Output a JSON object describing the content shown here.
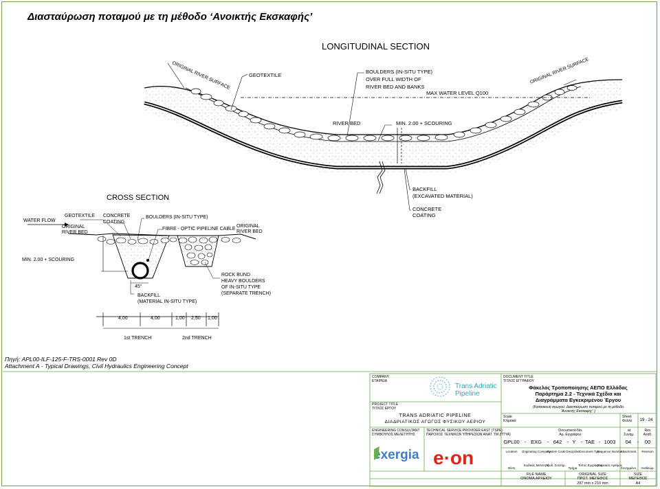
{
  "title": "Διασταύρωση ποταμού με τη μέθοδο ‘Ανοικτής Εκσκαφής’",
  "longitudinal": {
    "heading": "LONGITUDINAL SECTION",
    "orig_left": "ORIGINAL RIVER SURFACE",
    "orig_right": "ORIGINAL RIVER SURFACE",
    "geotextile": "GEOTEXTILE",
    "boulders_1": "BOULDERS (IN-SITU TYPE)",
    "boulders_2": "OVER FULL WIDTH OF",
    "boulders_3": "RIVER BED AND BANKS",
    "max_water": "MAX WATER LEVEL Q100",
    "river_bed": "RIVER BED",
    "min_scour": "MIN. 2.00 + SCOURING",
    "backfill_1": "BACKFILL",
    "backfill_2": "(EXCAVATED MATERIAL)",
    "concrete_1": "CONCRETE",
    "concrete_2": "COATING"
  },
  "cross": {
    "heading": "CROSS SECTION",
    "water_flow": "WATER FLOW",
    "geotextile": "GEOTEXTILE",
    "concrete_1": "CONCRETE",
    "concrete_2": "COATING",
    "boulders": "BOULDERS (IN-SITU TYPE)",
    "fibre": "FIBRE - OPTIC PIPELINE CABLE",
    "orig_left_1": "ORIGINAL",
    "orig_left_2": "RIVER BED",
    "orig_right_1": "ORIGINAL",
    "orig_right_2": "RIVER BED",
    "min_scour": "MIN. 2.00 + SCOURING",
    "angle": "45°",
    "backfill_1": "BACKFILL",
    "backfill_2": "(MATERIAL IN-SITU TYPE)",
    "rock_1": "ROCK BUND",
    "rock_2": "HEAVY BOULDERS",
    "rock_3": "OF IN-SITU TYPE",
    "rock_4": "(SEPARATE TRENCH)",
    "dims": [
      "4,00",
      "4,00",
      "1,00",
      "2,50",
      "1,00"
    ],
    "trench_1": "1st TRENCH",
    "trench_2": "2nd TRENCH"
  },
  "source": {
    "line1": "Πηγή:  APL00-ILF-125-F-TRS-0001 Rev 0D",
    "line2": "Attachment A - Typical Drawings, Civil Hydraulics Engineering Concept"
  },
  "titleblock": {
    "company_en": "COMPANY",
    "company_gr": "ΕΤΑΙΡΕΙΑ",
    "tap_1": "Trans Adriatic",
    "tap_2": "Pipeline",
    "project_en": "PROJECT TITLE",
    "project_gr": "ΤΙΤΛΟΣ ΕΡΓΟΥ",
    "project_1": "TRANS ADRIATIC PIPELINE",
    "project_2": "ΔΙΑΔΡΙΑΤΙΚΟΣ ΑΓΩΓΟΣ ΦΥΣΙΚΟΥ ΑΕΡΙΟΥ",
    "eng_en": "ENGINEERING CONSULTANT",
    "eng_gr": "ΣΥΜΒΟΥΛΟΣ ΜΕΛΕΤΗΤΗΣ",
    "exergia": "exergia",
    "tech_en": "TECHNICAL SERVICE PROVIDER EAST (TSPE)",
    "tech_gr": "ΠΑΡΟΧΟΣ ΤΕΧΝΙΚΩΝ ΥΠΗΡΕΣΙΩΝ ΑΝΑΤ. ΤΜ (ΠΤΥΑ)",
    "eon": "e·on",
    "doc_en": "DOCUMENT TITLE",
    "doc_gr": "ΤΙΤΛΟΣ ΕΓΓΡΑΦΟΥ",
    "doc_1": "Φάκελος Τροποποίησης ΑΕΠΟ Ελλάδας",
    "doc_2": "Παράρτημα 2.2 - Τεχνικά Σχέδια και",
    "doc_3": "Διαγράμματα Εγκεκριμένου Έργου",
    "doc_4": "(Κατασκευή αγωγού: Διασταύρωση ποταμού με τη μέθοδο",
    "doc_5": "'Ανοικτής Εκσκαφής' )",
    "scale_en": "Scale:",
    "scale_gr": "Κλίμακα:",
    "sheet_en": "Sheet:",
    "sheet_gr": "Φύλλο",
    "sheet_val": "19 - 24",
    "docno_en": "Document-No.",
    "docno_gr": "Αρ. Εγγράφου:",
    "att_en": "at",
    "att_gr": "Συνημ.",
    "rev_en": "Rev",
    "rev_gr": "Αναθ.",
    "codes": [
      "GPL00",
      "-",
      "EXG",
      "-",
      "642",
      "-",
      "Y",
      "-",
      "TAE",
      "-",
      "1003"
    ],
    "att_val": "04",
    "rev_dash": "-",
    "rev_val": "00",
    "hdr_en": [
      "Location",
      "Originating Company",
      "System Code",
      "Discipline",
      "Document Type",
      "Sequence Number",
      "Attachment",
      "Revision"
    ],
    "hdr_gr": [
      "Θέση",
      "Κωδικός Μελετητή",
      "Κωδ. Συστήμ.",
      "Τμήμα",
      "Τύπος Εγγράφου",
      "Σειριακός Αριθμός",
      "Συνημμένο",
      "Αναθεώρ."
    ],
    "file_en": "FILE NAME",
    "file_gr": "ΟΝΟΜΑ ΑΡΧΕΙΟΥ",
    "orig_en": "ORIGINAL SIZE",
    "orig_gr": "ΠΡΩΤ. ΜΕΓΕΘΟΣ",
    "orig_val": "297 mm x 210 mm",
    "size_en": "SIZE",
    "size_gr": "ΜΕΓΕΘΟΣ",
    "size_val": "A4"
  },
  "colors": {
    "frame": "#6aa84f",
    "tap_teal": "#2aa7b6",
    "exergia_blue": "#3c7ec3",
    "exergia_green": "#6ab04c",
    "eon_red": "#e2231a"
  }
}
